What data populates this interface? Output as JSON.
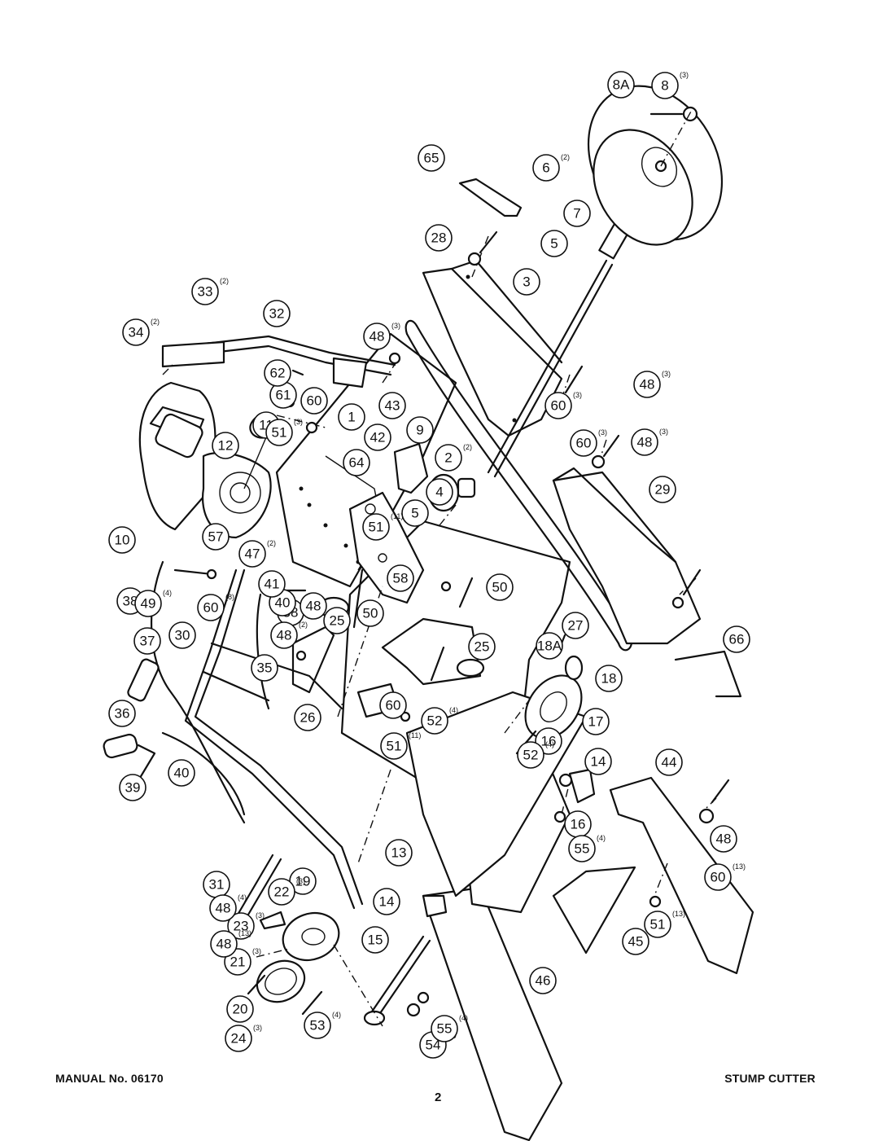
{
  "footer": {
    "manual_label": "MANUAL No. 06170",
    "product": "STUMP CUTTER",
    "page_number": "2"
  },
  "callouts": [
    {
      "id": "1",
      "qty": ""
    },
    {
      "id": "2",
      "qty": "(2)"
    },
    {
      "id": "3",
      "qty": ""
    },
    {
      "id": "4",
      "qty": ""
    },
    {
      "id": "5",
      "qty": ""
    },
    {
      "id": "5",
      "qty": ""
    },
    {
      "id": "6",
      "qty": "(2)"
    },
    {
      "id": "7",
      "qty": ""
    },
    {
      "id": "8",
      "qty": "(3)"
    },
    {
      "id": "8A",
      "qty": ""
    },
    {
      "id": "9",
      "qty": ""
    },
    {
      "id": "10",
      "qty": ""
    },
    {
      "id": "11",
      "qty": ""
    },
    {
      "id": "12",
      "qty": ""
    },
    {
      "id": "13",
      "qty": ""
    },
    {
      "id": "14",
      "qty": ""
    },
    {
      "id": "14",
      "qty": ""
    },
    {
      "id": "15",
      "qty": ""
    },
    {
      "id": "16",
      "qty": ""
    },
    {
      "id": "16",
      "qty": ""
    },
    {
      "id": "17",
      "qty": ""
    },
    {
      "id": "18",
      "qty": ""
    },
    {
      "id": "18A",
      "qty": ""
    },
    {
      "id": "19",
      "qty": ""
    },
    {
      "id": "20",
      "qty": ""
    },
    {
      "id": "21",
      "qty": "(3)"
    },
    {
      "id": "22",
      "qty": "(3)"
    },
    {
      "id": "23",
      "qty": "(3)"
    },
    {
      "id": "24",
      "qty": "(3)"
    },
    {
      "id": "25",
      "qty": ""
    },
    {
      "id": "25",
      "qty": ""
    },
    {
      "id": "26",
      "qty": ""
    },
    {
      "id": "27",
      "qty": ""
    },
    {
      "id": "28",
      "qty": ""
    },
    {
      "id": "29",
      "qty": ""
    },
    {
      "id": "30",
      "qty": ""
    },
    {
      "id": "31",
      "qty": ""
    },
    {
      "id": "32",
      "qty": ""
    },
    {
      "id": "33",
      "qty": "(2)"
    },
    {
      "id": "34",
      "qty": "(2)"
    },
    {
      "id": "35",
      "qty": ""
    },
    {
      "id": "36",
      "qty": ""
    },
    {
      "id": "37",
      "qty": ""
    },
    {
      "id": "38",
      "qty": ""
    },
    {
      "id": "38",
      "qty": ""
    },
    {
      "id": "39",
      "qty": ""
    },
    {
      "id": "40",
      "qty": ""
    },
    {
      "id": "40",
      "qty": ""
    },
    {
      "id": "41",
      "qty": ""
    },
    {
      "id": "42",
      "qty": ""
    },
    {
      "id": "43",
      "qty": ""
    },
    {
      "id": "44",
      "qty": ""
    },
    {
      "id": "45",
      "qty": ""
    },
    {
      "id": "46",
      "qty": ""
    },
    {
      "id": "47",
      "qty": "(2)"
    },
    {
      "id": "48",
      "qty": "(3)"
    },
    {
      "id": "48",
      "qty": "(3)"
    },
    {
      "id": "48",
      "qty": "(3)"
    },
    {
      "id": "48",
      "qty": "(4)"
    },
    {
      "id": "48",
      "qty": "(2)"
    },
    {
      "id": "48",
      "qty": ""
    },
    {
      "id": "48",
      "qty": "(13)"
    },
    {
      "id": "48",
      "qty": ""
    },
    {
      "id": "49",
      "qty": "(4)"
    },
    {
      "id": "50",
      "qty": ""
    },
    {
      "id": "50",
      "qty": ""
    },
    {
      "id": "51",
      "qty": "(3)"
    },
    {
      "id": "51",
      "qty": "(11)"
    },
    {
      "id": "51",
      "qty": "(11)"
    },
    {
      "id": "51",
      "qty": "(13)"
    },
    {
      "id": "52",
      "qty": "(4)"
    },
    {
      "id": "52",
      "qty": "(4)"
    },
    {
      "id": "53",
      "qty": "(4)"
    },
    {
      "id": "54",
      "qty": "(4)"
    },
    {
      "id": "55",
      "qty": "(4)"
    },
    {
      "id": "55",
      "qty": "(4)"
    },
    {
      "id": "57",
      "qty": ""
    },
    {
      "id": "58",
      "qty": ""
    },
    {
      "id": "60",
      "qty": ""
    },
    {
      "id": "60",
      "qty": "(3)"
    },
    {
      "id": "60",
      "qty": "(3)"
    },
    {
      "id": "60",
      "qty": "(8)"
    },
    {
      "id": "60",
      "qty": ""
    },
    {
      "id": "60",
      "qty": "(13)"
    },
    {
      "id": "61",
      "qty": ""
    },
    {
      "id": "62",
      "qty": ""
    },
    {
      "id": "64",
      "qty": ""
    },
    {
      "id": "65",
      "qty": ""
    },
    {
      "id": "66",
      "qty": ""
    }
  ]
}
